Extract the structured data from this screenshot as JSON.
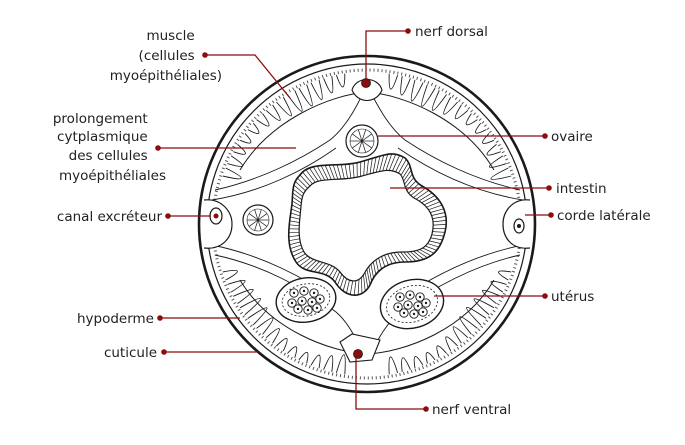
{
  "colors": {
    "leader": "#8b0d0d",
    "ink": "#1a1a1a",
    "paper": "#ffffff"
  },
  "labels": {
    "muscle": [
      "muscle",
      "(cellules",
      "myoépithéliales)"
    ],
    "prolongement": [
      "prolongement",
      "cytplasmique",
      "des cellules",
      "myoépithéliales"
    ],
    "canal_excreteur": "canal excréteur",
    "hypoderme": "hypoderme",
    "cuticule": "cuticule",
    "nerf_dorsal": "nerf dorsal",
    "ovaire": "ovaire",
    "intestin": "intestin",
    "corde_laterale": "corde latérale",
    "uterus": "utérus",
    "nerf_ventral": "nerf ventral"
  }
}
